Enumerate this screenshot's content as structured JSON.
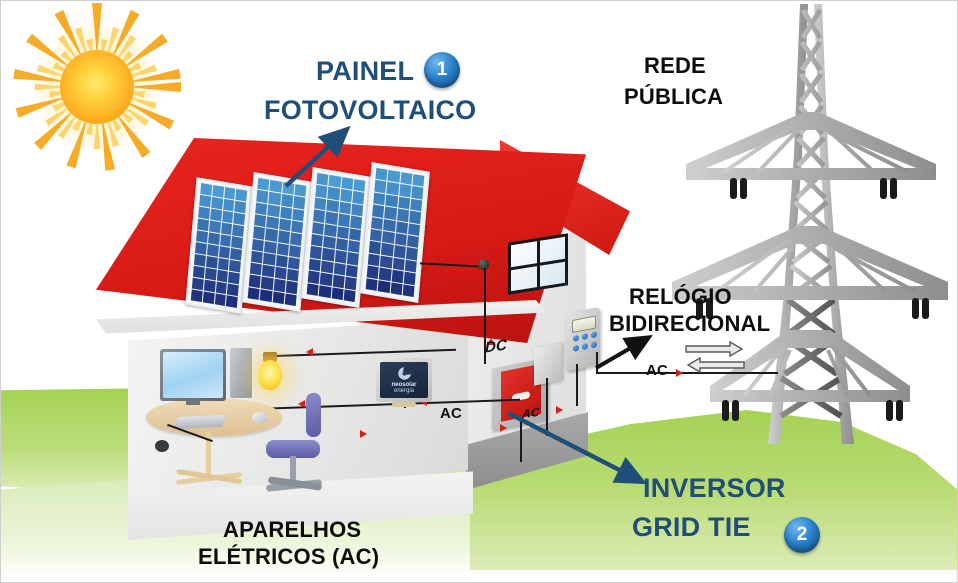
{
  "diagram": {
    "title_implicit": "Sistema fotovoltaico conectado à rede (grid tie)",
    "labels": {
      "panel_line1": "PAINEL",
      "panel_line2": "FOTOVOLTAICO",
      "panel_badge": "1",
      "grid_line1": "REDE",
      "grid_line2": "PÚBLICA",
      "meter_line1": "RELÓGIO",
      "meter_line2": "BIDIRECIONAL",
      "inverter_line1": "INVERSOR",
      "inverter_line2": "GRID TIE",
      "inverter_badge": "2",
      "appliances_line1": "APARELHOS",
      "appliances_line2": "ELÉTRICOS (AC)",
      "dc": "DC",
      "ac_house": "AC",
      "ac_inverter": "AC",
      "ac_grid": "AC"
    },
    "brand": {
      "name_line1": "neosolar",
      "name_line2": "energia",
      "logo_icon": "spiral-icon"
    },
    "colors": {
      "label_blue": "#1f4e79",
      "label_black": "#0d0d0d",
      "badge_blue": "#2a7fc9",
      "roof_red": "#d81a16",
      "panel_blue": "#1f4f9e",
      "grass_green": "#a3d14f",
      "sun_orange": "#fcab1d",
      "tower_gray": "#b4b4b4",
      "wire_black": "#1a1a1a",
      "arrow_navy": "#1f4e79"
    },
    "solar_panels": {
      "count": 4,
      "cell_rows": 10,
      "cell_cols": 4
    },
    "tower": {
      "crossarms": 3,
      "insulator_pairs": 6
    },
    "flow_arrows": {
      "export": "right",
      "import": "left"
    }
  }
}
